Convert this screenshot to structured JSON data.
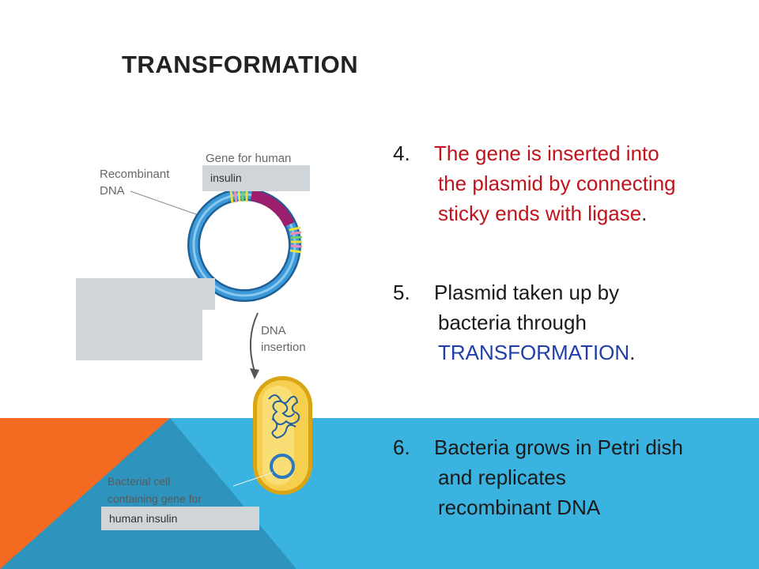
{
  "slide": {
    "title": "TRANSFORMATION",
    "steps": [
      {
        "number": "4.",
        "lines": [
          "The gene is inserted into",
          "the plasmid by connecting",
          "sticky ends with ligase"
        ],
        "trailing": ".",
        "color": "#c0141c"
      },
      {
        "number": "5.",
        "lines": [
          "Plasmid taken up by",
          "bacteria through",
          "TRANSFORMATION"
        ],
        "trailing": ".",
        "color": "#1a1a1a",
        "accent_line_color": "#1f3ea8"
      },
      {
        "number": "6.",
        "lines": [
          "Bacteria grows in Petri dish",
          "and replicates",
          "recombinant DNA"
        ],
        "trailing": "",
        "color": "#1a1a1a"
      }
    ]
  },
  "diagram": {
    "gene_label_line1": "Gene for human",
    "gene_label_overlay": "insulin",
    "recombinant_label_line1": "Recombinant",
    "recombinant_label_line2": "DNA",
    "dna_insertion_line1": "DNA",
    "dna_insertion_line2": "insertion",
    "cell_label_line1": "Bacterial cell",
    "cell_label_line2": "containing gene for",
    "cell_label_overlay": "human insulin"
  },
  "colors": {
    "orange": "#f26b21",
    "blue_light": "#3ab3e0",
    "blue_dark": "#2a8fb8",
    "plasmid_blue": "#2e86c8",
    "gene_purple": "#9c1f6e",
    "cell_yellow": "#f3c53e"
  }
}
